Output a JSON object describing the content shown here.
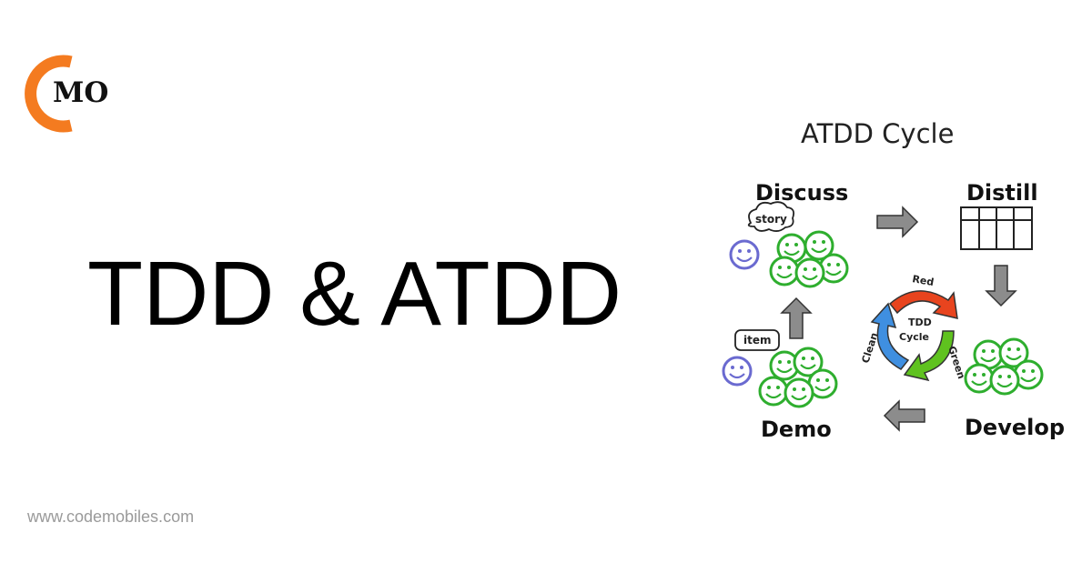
{
  "logo": {
    "text": "MO",
    "accent": "#f47b20"
  },
  "main_title": "TDD & ATDD",
  "footer": {
    "url": "www.codemobiles.com"
  },
  "diagram": {
    "title": "ATDD Cycle",
    "stages": {
      "discuss": "Discuss",
      "distill": "Distill",
      "develop": "Develop",
      "demo": "Demo"
    },
    "bubbles": {
      "story": "story",
      "item": "item"
    },
    "tdd": {
      "line1": "TDD",
      "line2": "Cycle",
      "red": "Red",
      "green": "Green",
      "clean": "Clean"
    },
    "colors": {
      "smiley_green": "#2eae2e",
      "smiley_blue": "#6a6ad0",
      "arrow_gray": "#8c8c8c",
      "red_arrow": "#e8441e",
      "green_arrow": "#5fc21f",
      "blue_arrow": "#3f8fe0"
    }
  }
}
